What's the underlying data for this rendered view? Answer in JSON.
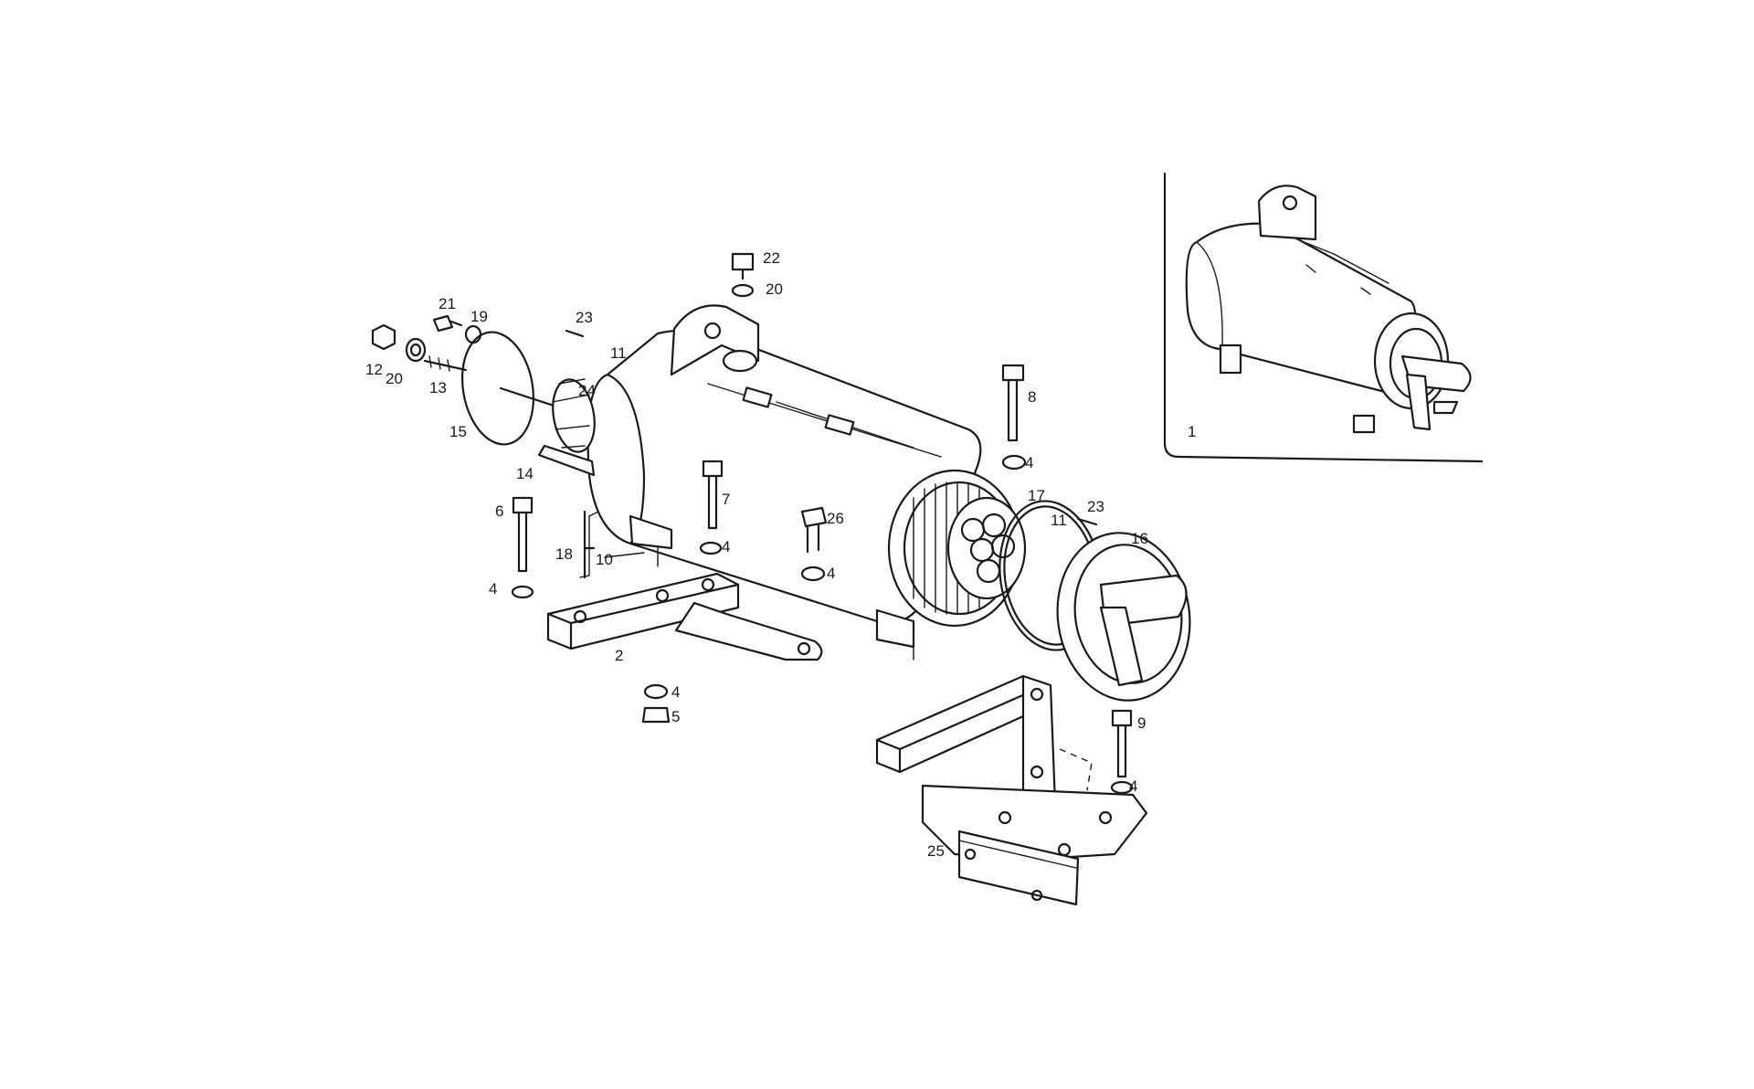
{
  "diagram": {
    "callouts": [
      {
        "id": "c1",
        "text": "1"
      },
      {
        "id": "c2",
        "text": "2"
      },
      {
        "id": "c4a",
        "text": "4"
      },
      {
        "id": "c4b",
        "text": "4"
      },
      {
        "id": "c4c",
        "text": "4"
      },
      {
        "id": "c4d",
        "text": "4"
      },
      {
        "id": "c4e",
        "text": "4"
      },
      {
        "id": "c4f",
        "text": "4"
      },
      {
        "id": "c5",
        "text": "5"
      },
      {
        "id": "c6",
        "text": "6"
      },
      {
        "id": "c7",
        "text": "7"
      },
      {
        "id": "c8",
        "text": "8"
      },
      {
        "id": "c9",
        "text": "9"
      },
      {
        "id": "c10",
        "text": "10"
      },
      {
        "id": "c11a",
        "text": "11"
      },
      {
        "id": "c11b",
        "text": "11"
      },
      {
        "id": "c12",
        "text": "12"
      },
      {
        "id": "c13",
        "text": "13"
      },
      {
        "id": "c14",
        "text": "14"
      },
      {
        "id": "c15",
        "text": "15"
      },
      {
        "id": "c16",
        "text": "16"
      },
      {
        "id": "c17",
        "text": "17"
      },
      {
        "id": "c18",
        "text": "18"
      },
      {
        "id": "c19",
        "text": "19"
      },
      {
        "id": "c20a",
        "text": "20"
      },
      {
        "id": "c20b",
        "text": "20"
      },
      {
        "id": "c21",
        "text": "21"
      },
      {
        "id": "c22",
        "text": "22"
      },
      {
        "id": "c23a",
        "text": "23"
      },
      {
        "id": "c23b",
        "text": "23"
      },
      {
        "id": "c24",
        "text": "24"
      },
      {
        "id": "c25",
        "text": "25"
      },
      {
        "id": "c26",
        "text": "26"
      }
    ]
  }
}
